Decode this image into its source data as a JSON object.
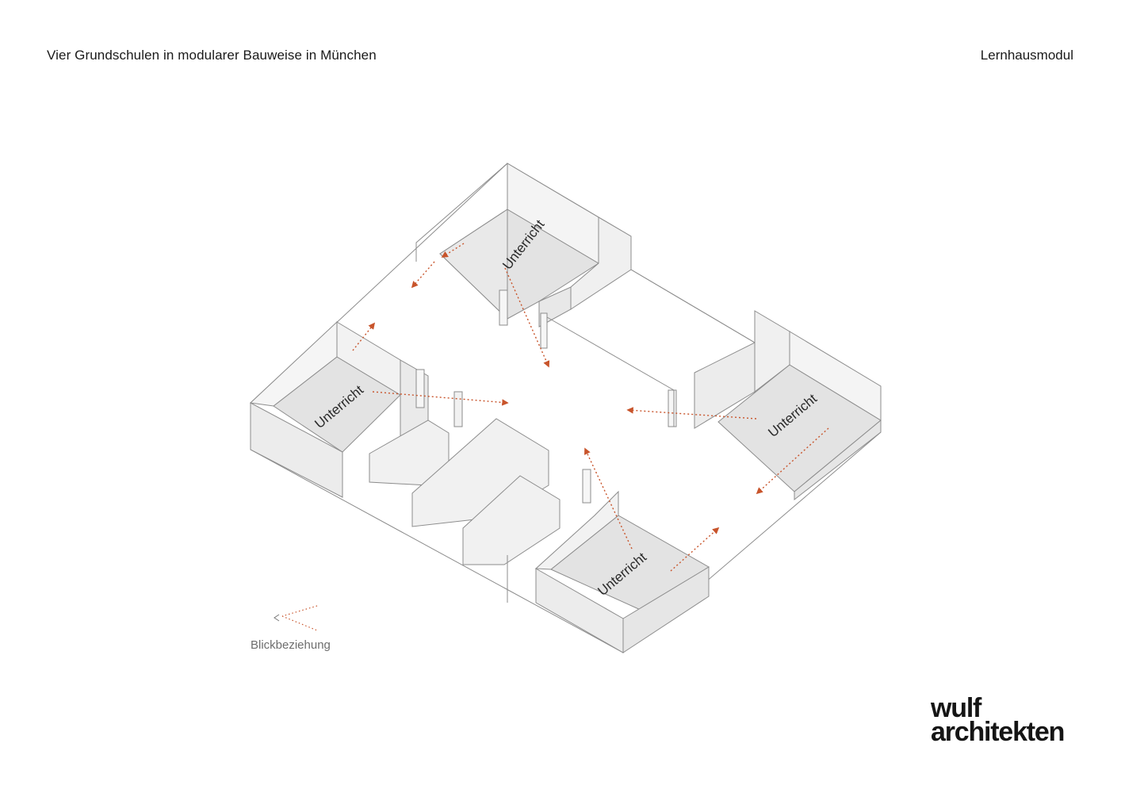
{
  "header": {
    "title": "Vier Grundschulen in modularer Bauweise in München",
    "section": "Lernhausmodul"
  },
  "diagram": {
    "room_labels": [
      "Unterricht",
      "Unterricht",
      "Unterricht",
      "Unterricht"
    ]
  },
  "legend": {
    "label": "Blickbeziehung"
  },
  "logo": {
    "line1": "wulf",
    "line2": "architekten"
  },
  "colors": {
    "room_fill": "#e3e3e3",
    "wall_fill": "#ececec",
    "outline": "#8c8c8c",
    "sightline": "#c8542b"
  }
}
